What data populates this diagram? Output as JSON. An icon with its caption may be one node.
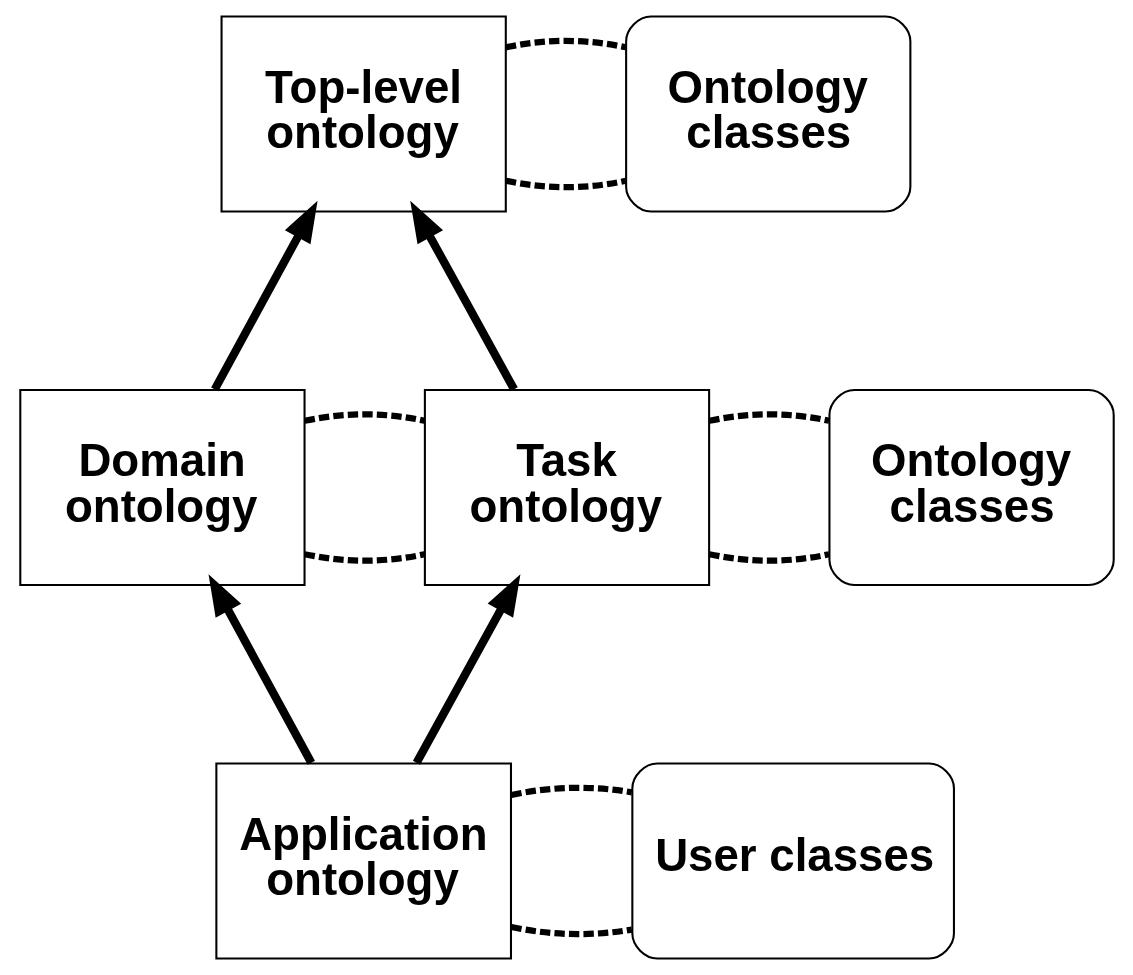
{
  "diagram": {
    "nodes": [
      {
        "text": [
          "Top-level ontology"
        ]
      },
      {
        "text": [
          "Ontology classes"
        ]
      },
      {
        "text": [
          "Domain ontology"
        ]
      },
      {
        "text": [
          "Task ontology"
        ]
      },
      {
        "text": [
          "Ontology classes"
        ]
      },
      {
        "text": [
          "Application ontology"
        ]
      },
      {
        "text": [
          "User classes"
        ]
      }
    ],
    "edges": [
      {
        "from": 2,
        "to": 0,
        "arrow": "to"
      },
      {
        "from": 3,
        "to": 0,
        "arrow": "to"
      },
      {
        "from": 5,
        "to": 2,
        "arrow": "to"
      },
      {
        "from": 5,
        "to": 3,
        "arrow": "to"
      },
      {
        "from": 0,
        "to": 1,
        "arrow": "none",
        "style": "dashed"
      },
      {
        "from": 0,
        "to": 1,
        "arrow": "none",
        "style": "dashed"
      },
      {
        "from": 2,
        "to": 3,
        "arrow": "none",
        "style": "dashed"
      },
      {
        "from": 2,
        "to": 3,
        "arrow": "none",
        "style": "dashed"
      },
      {
        "from": 3,
        "to": 4,
        "arrow": "none",
        "style": "dashed"
      },
      {
        "from": 3,
        "to": 4,
        "arrow": "none",
        "style": "dashed"
      },
      {
        "from": 5,
        "to": 6,
        "arrow": "none",
        "style": "dashed"
      },
      {
        "from": 5,
        "to": 6,
        "arrow": "none",
        "style": "dashed"
      }
    ]
  }
}
